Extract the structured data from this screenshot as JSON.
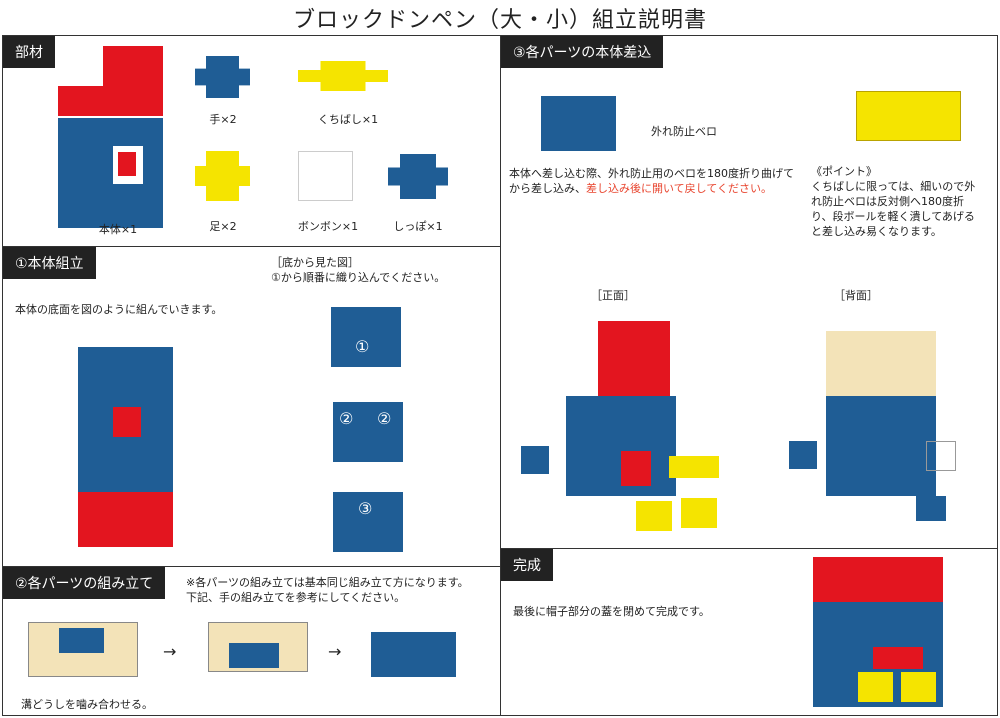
{
  "title": "ブロックドンペン（大・小）組立説明書",
  "parts": {
    "header": "部材",
    "items": [
      {
        "label": "本体×1"
      },
      {
        "label": "手×2"
      },
      {
        "label": "くちばし×1"
      },
      {
        "label": "足×2"
      },
      {
        "label": "ボンボン×1"
      },
      {
        "label": "しっぽ×1"
      }
    ]
  },
  "body_assembly": {
    "header": "①本体組立",
    "instruction": "本体の底面を図のように組んでいきます。",
    "view_note": "［底から見た図］",
    "order_note": "①から順番に織り込んでください。",
    "steps": [
      "①",
      "②",
      "②",
      "③"
    ]
  },
  "parts_assembly": {
    "header": "②各パーツの組み立て",
    "note_line1": "※各パーツの組み立ては基本同じ組み立て方になります。",
    "note_line2": "下記、手の組み立てを参考にしてください。",
    "caption": "溝どうしを噛み合わせる。",
    "arrow": "→"
  },
  "insert": {
    "header": "③各パーツの本体差込",
    "tab_label": "外れ防止ベロ",
    "text_normal": "本体へ差し込む際、外れ防止用のベロを180度折り曲げてから差し込み、",
    "text_red": "差し込み後に開いて戻してください。",
    "point_title": "《ポイント》",
    "point_text": "くちばしに限っては、細いので外れ防止ベロは反対側へ180度折り、段ボールを軽く潰してあげると差し込み易くなります。",
    "front_label": "［正面］",
    "back_label": "［背面］"
  },
  "complete": {
    "header": "完成",
    "text": "最後に帽子部分の蓋を閉めて完成です。"
  },
  "colors": {
    "blue": "#1f5d95",
    "red": "#e3151f",
    "yellow": "#f5e400",
    "cardboard": "#f3e3b8"
  }
}
